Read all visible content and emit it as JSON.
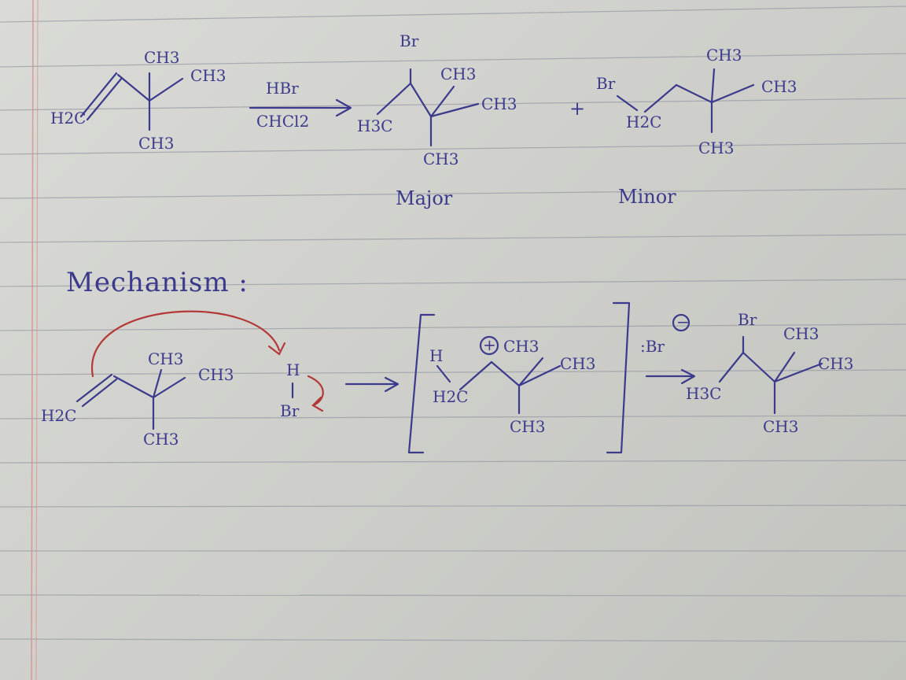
{
  "reaction": {
    "reactant": {
      "top_left": "CH3",
      "top_right": "CH3",
      "bottom": "CH3",
      "terminal": "H2C"
    },
    "reagent_top": "HBr",
    "reagent_bottom": "CHCl2",
    "major": {
      "br": "Br",
      "top": "CH3",
      "right": "CH3",
      "bottom": "CH3",
      "terminal": "H3C",
      "label": "Major"
    },
    "plus": "+",
    "minor": {
      "br": "Br",
      "terminal": "H2C",
      "top": "CH3",
      "right": "CH3",
      "bottom": "CH3",
      "label": "Minor"
    }
  },
  "mechanism": {
    "title": "Mechanism :",
    "reactant": {
      "top_left": "CH3",
      "top_right": "CH3",
      "bottom": "CH3",
      "terminal": "H2C"
    },
    "hbr": {
      "h": "H",
      "br": "Br"
    },
    "intermediate": {
      "h": "H",
      "charge": "+",
      "top": "CH3",
      "right": "CH3",
      "bottom": "CH3",
      "terminal": "H2C"
    },
    "nucleophile": ":Br",
    "nucleophile_charge": "−",
    "product": {
      "br": "Br",
      "top": "CH3",
      "right": "CH3",
      "bottom": "CH3",
      "terminal": "H3C"
    }
  },
  "colors": {
    "ink": "#3b3a8c",
    "red_ink": "#b43838",
    "rule": "#9a9da6",
    "margin": "#d98a8a"
  }
}
